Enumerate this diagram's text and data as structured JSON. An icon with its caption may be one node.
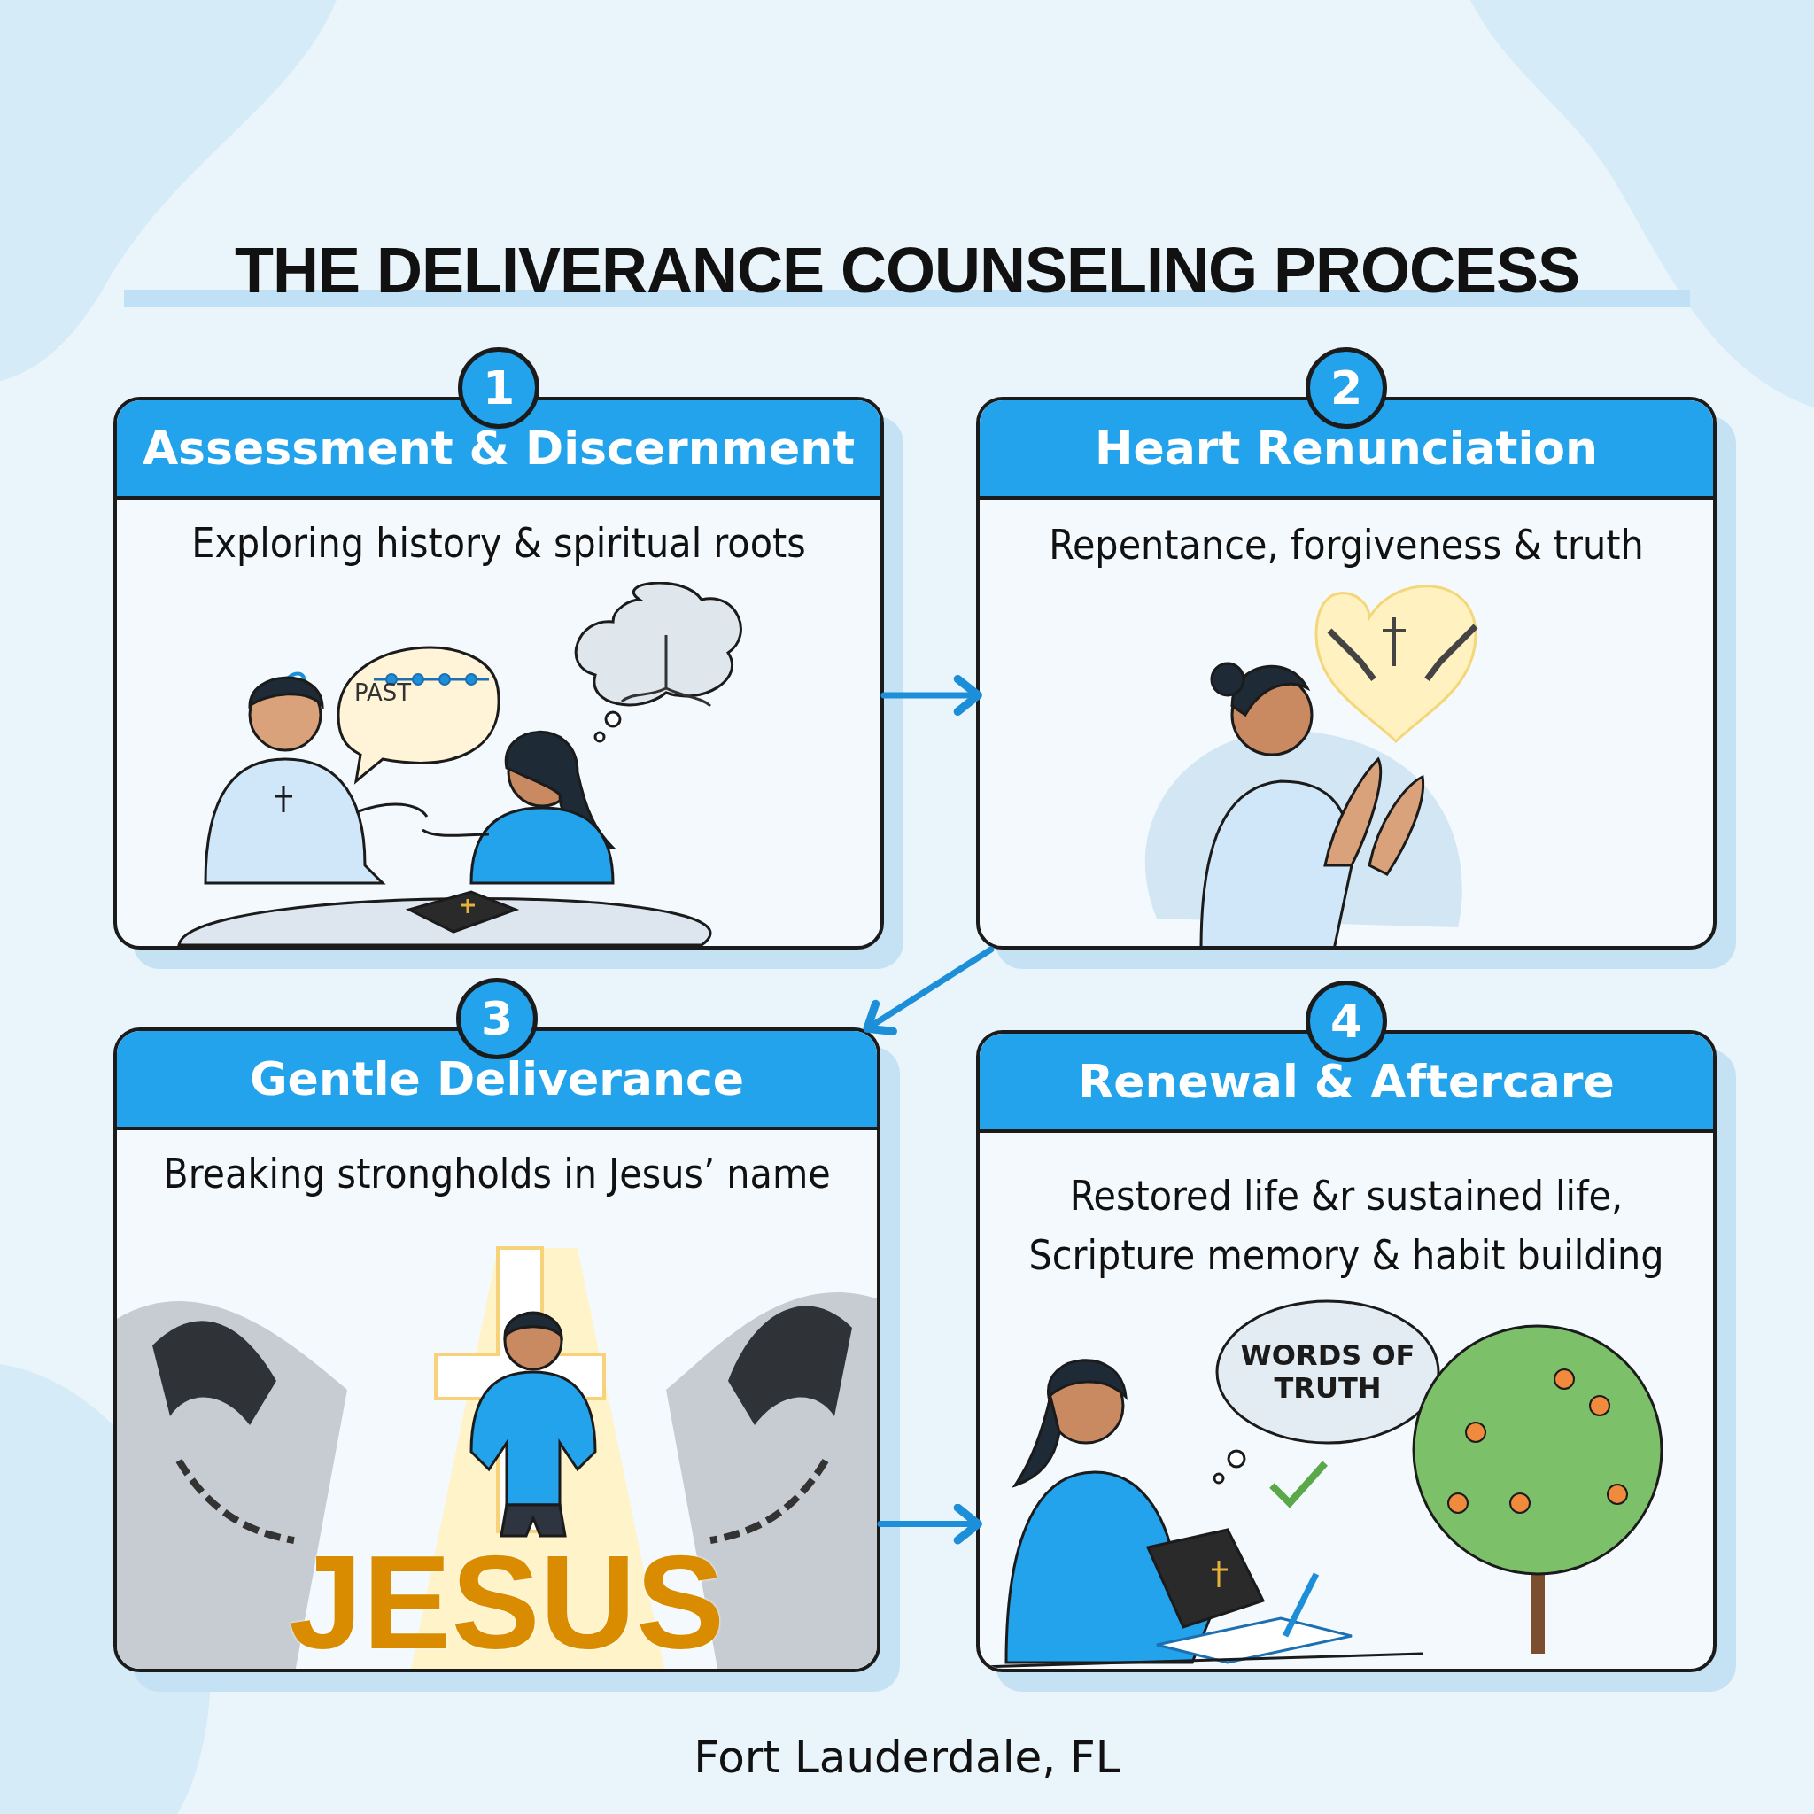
{
  "diagram": {
    "title": "THE DELIVERANCE COUNSELING PROCESS",
    "nodes": [
      {
        "text": [
          "Assessment & Discernment",
          "Exploring history & spiritual roots"
        ],
        "beside": [
          "1"
        ]
      },
      {
        "text": [
          "Heart Renunciation",
          "Repentance, forgiveness & truth"
        ],
        "beside": [
          "2"
        ]
      },
      {
        "text": [
          "Gentle Deliverance",
          "Breaking strongholds in Jesus’ name"
        ],
        "beside": [
          "3"
        ]
      },
      {
        "text": [
          "Renewal & Aftercare",
          "Restored life &r sustained life, Scripture memory & habit building"
        ],
        "beside": [
          "4"
        ]
      }
    ],
    "edges": [
      {
        "from": 0,
        "to": 1,
        "arrow": "to"
      },
      {
        "from": 1,
        "to": 2,
        "arrow": "to"
      },
      {
        "from": 2,
        "to": 3,
        "arrow": "to"
      }
    ],
    "labels": [
      "PAST",
      "JESUS",
      "WORDS OF TRUTH",
      "Fort Lauderdale, FL"
    ]
  }
}
